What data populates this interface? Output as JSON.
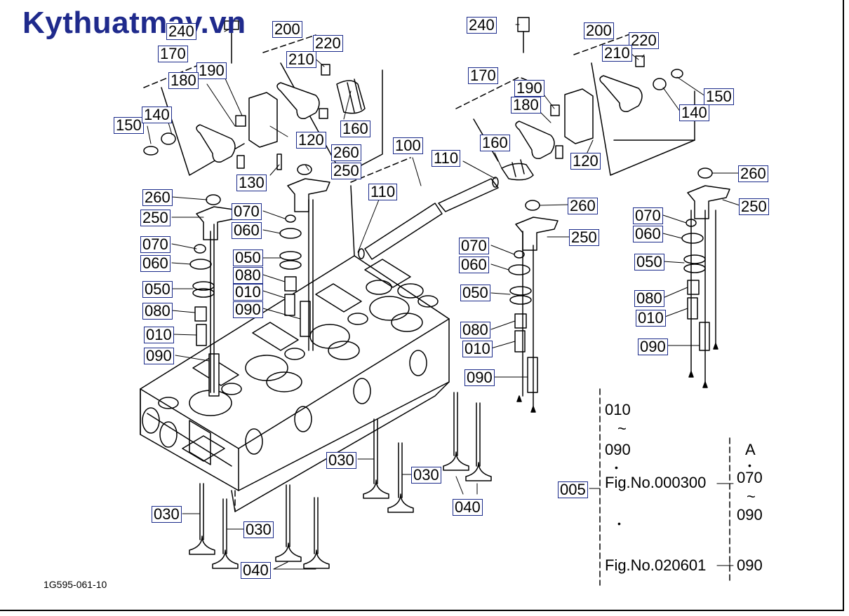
{
  "watermark": "Kythuatmay.vn",
  "drawing_code": "1G595-061-10",
  "callouts": [
    {
      "id": "c01",
      "text": "240",
      "boxed": true
    },
    {
      "id": "c02",
      "text": "200",
      "boxed": true
    },
    {
      "id": "c03",
      "text": "220",
      "boxed": true
    },
    {
      "id": "c04",
      "text": "210",
      "boxed": true
    },
    {
      "id": "c05",
      "text": "170",
      "boxed": true
    },
    {
      "id": "c06",
      "text": "190",
      "boxed": true
    },
    {
      "id": "c07",
      "text": "180",
      "boxed": true
    },
    {
      "id": "c08",
      "text": "160",
      "boxed": true
    },
    {
      "id": "c09",
      "text": "150",
      "boxed": true
    },
    {
      "id": "c10",
      "text": "140",
      "boxed": true
    },
    {
      "id": "c11",
      "text": "120",
      "boxed": true
    },
    {
      "id": "c12",
      "text": "130",
      "boxed": true
    },
    {
      "id": "c13",
      "text": "260",
      "boxed": true
    },
    {
      "id": "c14",
      "text": "250",
      "boxed": true
    },
    {
      "id": "c15",
      "text": "100",
      "boxed": true
    },
    {
      "id": "c16",
      "text": "110",
      "boxed": true
    },
    {
      "id": "c17",
      "text": "110",
      "boxed": true
    },
    {
      "id": "c18",
      "text": "260",
      "boxed": true
    },
    {
      "id": "c19",
      "text": "250",
      "boxed": true
    },
    {
      "id": "c20",
      "text": "070",
      "boxed": true
    },
    {
      "id": "c21",
      "text": "070",
      "boxed": true
    },
    {
      "id": "c22",
      "text": "060",
      "boxed": true
    },
    {
      "id": "c23",
      "text": "060",
      "boxed": true
    },
    {
      "id": "c24",
      "text": "050",
      "boxed": true
    },
    {
      "id": "c25",
      "text": "050",
      "boxed": true
    },
    {
      "id": "c26",
      "text": "080",
      "boxed": true
    },
    {
      "id": "c27",
      "text": "080",
      "boxed": true
    },
    {
      "id": "c28",
      "text": "010",
      "boxed": true
    },
    {
      "id": "c29",
      "text": "010",
      "boxed": true
    },
    {
      "id": "c30",
      "text": "090",
      "boxed": true
    },
    {
      "id": "c31",
      "text": "090",
      "boxed": true
    },
    {
      "id": "c32",
      "text": "240",
      "boxed": true
    },
    {
      "id": "c33",
      "text": "200",
      "boxed": true
    },
    {
      "id": "c34",
      "text": "220",
      "boxed": true
    },
    {
      "id": "c35",
      "text": "210",
      "boxed": true
    },
    {
      "id": "c36",
      "text": "170",
      "boxed": true
    },
    {
      "id": "c37",
      "text": "190",
      "boxed": true
    },
    {
      "id": "c38",
      "text": "180",
      "boxed": true
    },
    {
      "id": "c39",
      "text": "160",
      "boxed": true
    },
    {
      "id": "c40",
      "text": "150",
      "boxed": true
    },
    {
      "id": "c41",
      "text": "140",
      "boxed": true
    },
    {
      "id": "c42",
      "text": "120",
      "boxed": true
    },
    {
      "id": "c43",
      "text": "110",
      "boxed": true
    },
    {
      "id": "c44",
      "text": "260",
      "boxed": true
    },
    {
      "id": "c45",
      "text": "250",
      "boxed": true
    },
    {
      "id": "c46",
      "text": "260",
      "boxed": true
    },
    {
      "id": "c47",
      "text": "250",
      "boxed": true
    },
    {
      "id": "c48",
      "text": "070",
      "boxed": true
    },
    {
      "id": "c49",
      "text": "060",
      "boxed": true
    },
    {
      "id": "c50",
      "text": "050",
      "boxed": true
    },
    {
      "id": "c51",
      "text": "080",
      "boxed": true
    },
    {
      "id": "c52",
      "text": "010",
      "boxed": true
    },
    {
      "id": "c53",
      "text": "090",
      "boxed": true
    },
    {
      "id": "c54",
      "text": "070",
      "boxed": true
    },
    {
      "id": "c55",
      "text": "060",
      "boxed": true
    },
    {
      "id": "c56",
      "text": "050",
      "boxed": true
    },
    {
      "id": "c57",
      "text": "080",
      "boxed": true
    },
    {
      "id": "c58",
      "text": "010",
      "boxed": true
    },
    {
      "id": "c59",
      "text": "090",
      "boxed": true
    },
    {
      "id": "c60",
      "text": "030",
      "boxed": true
    },
    {
      "id": "c61",
      "text": "030",
      "boxed": true
    },
    {
      "id": "c62",
      "text": "040",
      "boxed": true
    },
    {
      "id": "c63",
      "text": "030",
      "boxed": true
    },
    {
      "id": "c64",
      "text": "030",
      "boxed": true
    },
    {
      "id": "c65",
      "text": "040",
      "boxed": true
    },
    {
      "id": "c66",
      "text": "005",
      "boxed": true
    }
  ],
  "notes": {
    "range_from": "010",
    "tilde": "~",
    "range_to": "090",
    "dot": "•",
    "fig1": "Fig.No.000300",
    "fig2": "Fig.No.020601",
    "a_label": "A",
    "a_from": "070",
    "a_to": "090",
    "last": "090"
  }
}
